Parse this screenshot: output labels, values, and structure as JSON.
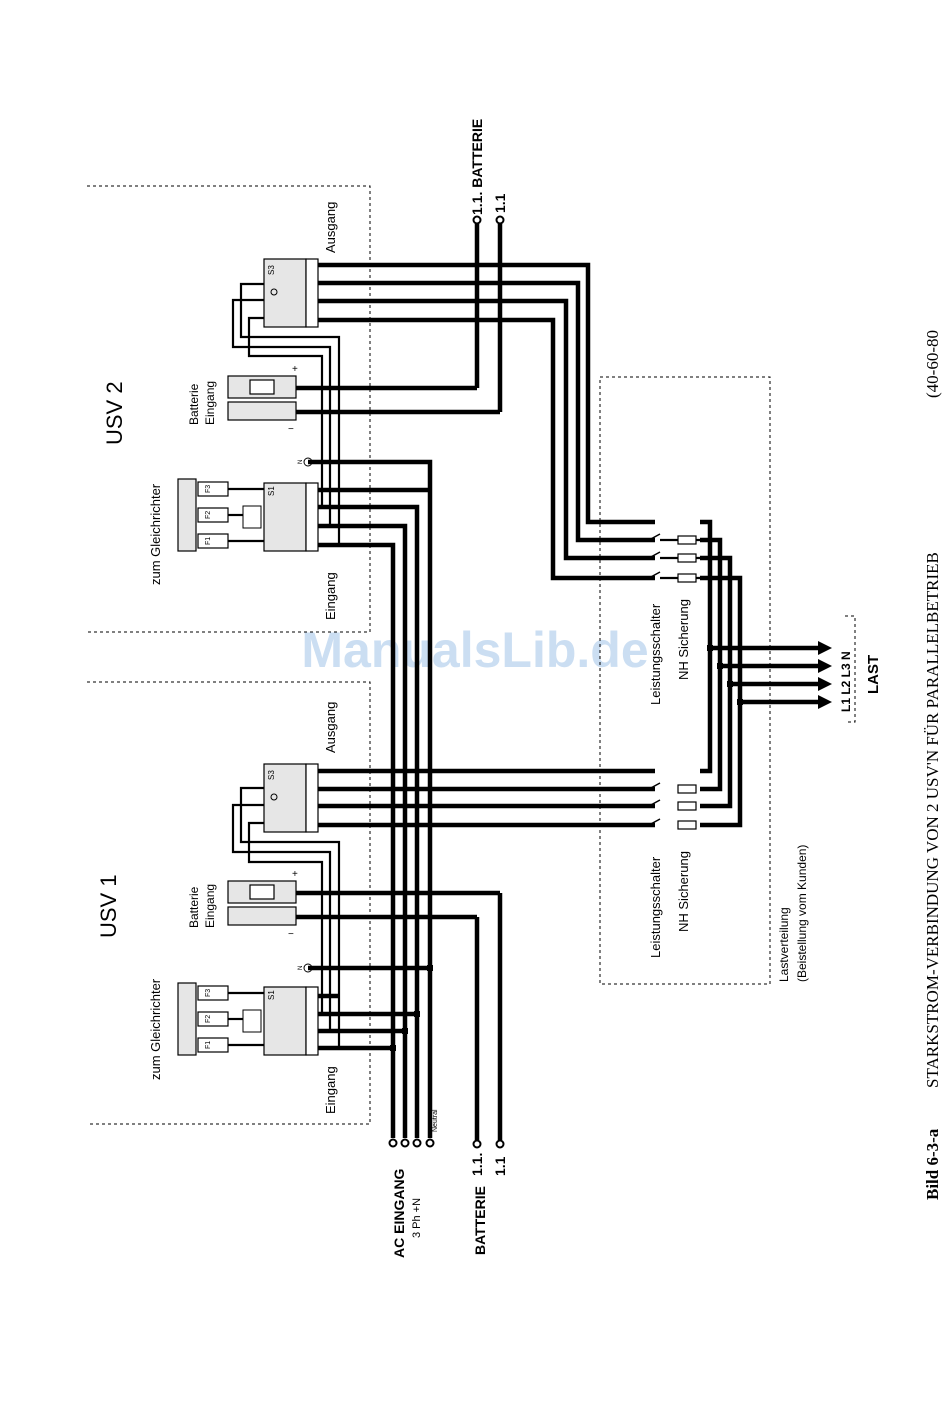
{
  "caption": {
    "figure": "Bild 6-3-a",
    "title": "STARKSTROM-VERBINDUNG VON 2 USV'N FÜR PARALLELBETRIEB",
    "suffix": "(40-60-80"
  },
  "watermark": "ManualsLib.de",
  "ups": [
    {
      "title": "USV 1",
      "rectifier_label": "zum Gleichrichter",
      "input_label": "Eingang",
      "output_label": "Ausgang",
      "battery_label_1": "Batterie",
      "battery_label_2": "Eingang",
      "fuses": [
        "F1",
        "F2",
        "F3"
      ],
      "s1": "S1",
      "s3": "S3",
      "plus": "+",
      "minus": "−",
      "n": "N"
    },
    {
      "title": "USV 2",
      "rectifier_label": "zum Gleichrichter",
      "input_label": "Eingang",
      "output_label": "Ausgang",
      "battery_label_1": "Batterie",
      "battery_label_2": "Eingang",
      "fuses": [
        "F1",
        "F2",
        "F3"
      ],
      "s1": "S1",
      "s3": "S3",
      "plus": "+",
      "minus": "−",
      "n": "N"
    }
  ],
  "distribution": {
    "breaker_label": "Leistungsschalter",
    "fuse_label": "NH Sicherung",
    "panel_label_1": "Lastverteilung",
    "panel_label_2": "(Beistellung vom Kunden)"
  },
  "load": {
    "phases": "L1 L2 L3 N",
    "label": "LAST"
  },
  "ac_input": {
    "label": "AC EINGANG",
    "sub": "3 Ph +N",
    "neutral": "Neutral"
  },
  "battery_1": {
    "label": "BATTERIE",
    "terms": [
      "1.1.",
      "1.1"
    ]
  },
  "battery_2": {
    "label": "1.1. BATTERIE",
    "term": "1.1"
  }
}
